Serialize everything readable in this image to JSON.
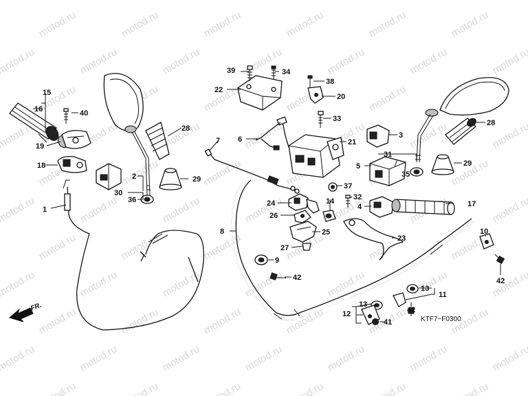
{
  "watermark": "motod.ru",
  "diagram_code": "KTF7−F0300",
  "front_indicator": {
    "label": "FR."
  },
  "callouts": {
    "c1": "1",
    "c2": "2",
    "c3": "3",
    "c4": "4",
    "c5": "5",
    "c6": "6",
    "c7": "7",
    "c8": "8",
    "c9": "9",
    "c10": "10",
    "c11": "11",
    "c12": "12",
    "c13a": "13",
    "c13b": "13",
    "c14": "14",
    "c15": "15",
    "c16": "16",
    "c17": "17",
    "c18": "18",
    "c19": "19",
    "c20": "20",
    "c21": "21",
    "c22": "22",
    "c23": "23",
    "c24": "24",
    "c25": "25",
    "c26": "26",
    "c27": "27",
    "c28a": "28",
    "c28b": "28",
    "c29a": "29",
    "c29b": "29",
    "c30": "30",
    "c31": "31",
    "c32": "32",
    "c33": "33",
    "c34": "34",
    "c35": "35",
    "c36": "36",
    "c37": "37",
    "c38": "38",
    "c39": "39",
    "c40": "40",
    "c41": "41",
    "c42a": "42",
    "c42b": "42",
    "c42c": "42"
  }
}
